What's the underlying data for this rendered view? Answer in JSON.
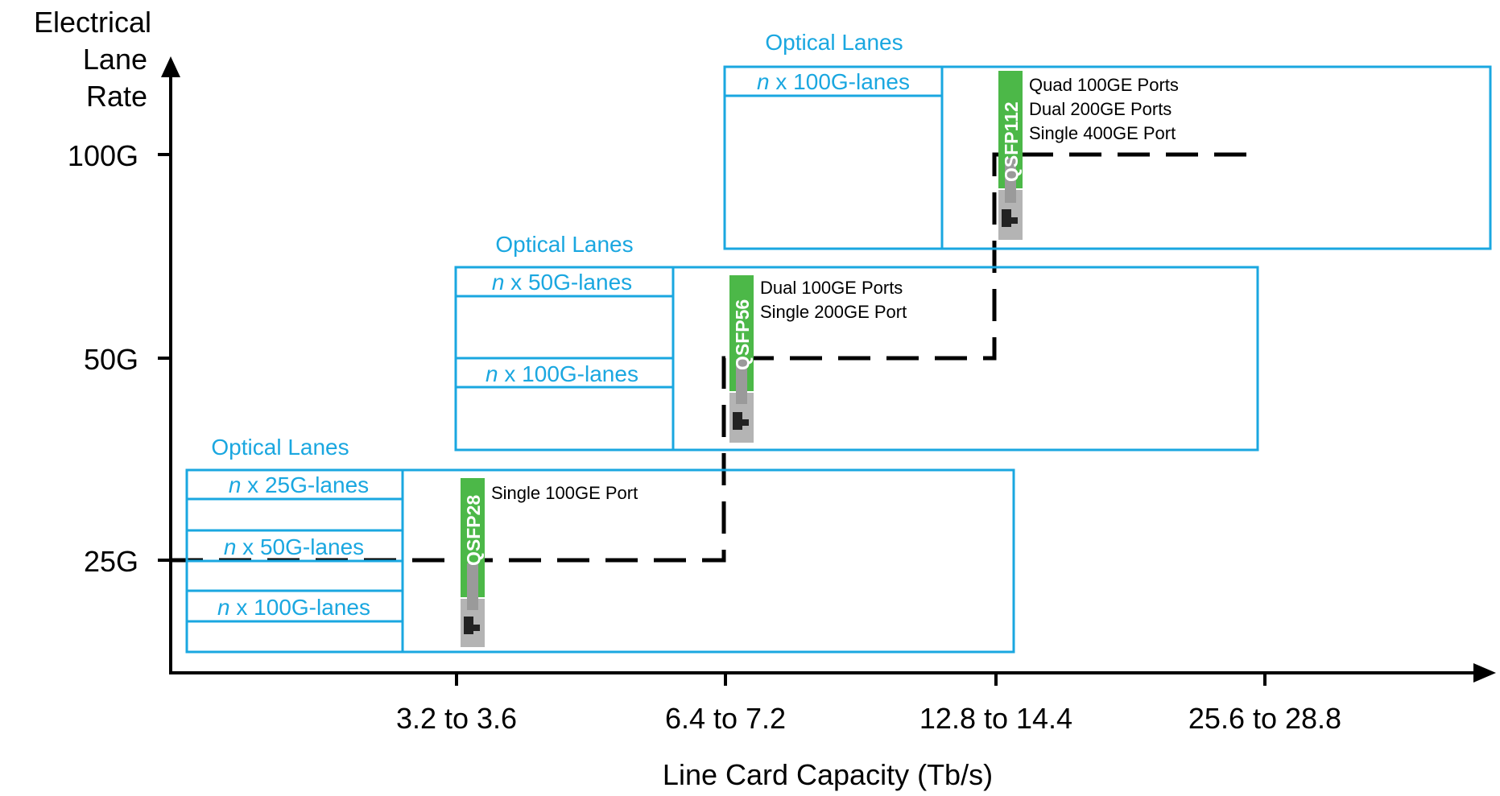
{
  "axes": {
    "y_title_lines": [
      "Electrical",
      "Lane",
      "Rate"
    ],
    "y_ticks": [
      "100G",
      "50G",
      "25G"
    ],
    "x_ticks": [
      "3.2 to 3.6",
      "6.4 to 7.2",
      "12.8 to 14.4",
      "25.6 to 28.8"
    ],
    "x_title": "Line Card Capacity (Tb/s)"
  },
  "groups": [
    {
      "id": "25g",
      "header": "Optical Lanes",
      "lanes": [
        {
          "n": "n",
          "rest": " x 25G-lanes"
        },
        {
          "n": "n",
          "rest": " x 50G-lanes"
        },
        {
          "n": "n",
          "rest": " x 100G-lanes"
        }
      ],
      "module": "QSFP28",
      "ports": [
        "Single 100GE Port"
      ]
    },
    {
      "id": "50g",
      "header": "Optical Lanes",
      "lanes": [
        {
          "n": "n",
          "rest": " x 50G-lanes"
        },
        {
          "n": "n",
          "rest": " x 100G-lanes"
        }
      ],
      "module": "QSFP56",
      "ports": [
        "Dual 100GE Ports",
        "Single 200GE Port"
      ]
    },
    {
      "id": "100g",
      "header": "Optical Lanes",
      "lanes": [
        {
          "n": "n",
          "rest": " x 100G-lanes"
        }
      ],
      "module": "QSFP112",
      "ports": [
        "Quad 100GE Ports",
        "Dual 200GE Ports",
        "Single 400GE Port"
      ]
    }
  ],
  "colors": {
    "axis": "#000000",
    "box": "#1aa7e0",
    "label": "#1aa7e0",
    "module_green": "#4cb848",
    "module_grey": "#b4b4b4"
  }
}
